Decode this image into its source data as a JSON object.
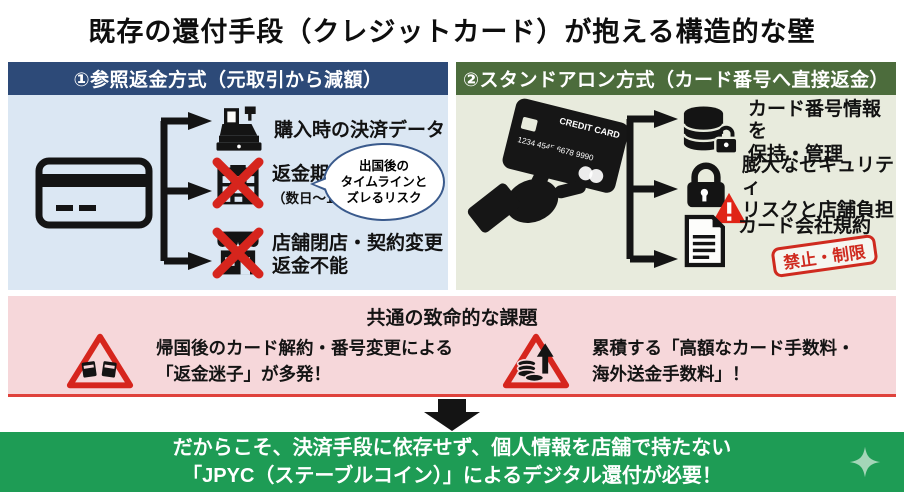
{
  "title": "既存の還付手段（クレジットカード）が抱える構造的な壁",
  "colors": {
    "left_header": "#2d4a78",
    "left_bg": "#dbe7f3",
    "right_header": "#4c6c3c",
    "right_bg": "#e8ebdd",
    "pink_bg": "#f6d7da",
    "banner_green": "#1e9c55",
    "alert_red": "#d6251d",
    "stamp_red": "#cf2a1f"
  },
  "left": {
    "header": "①参照返金方式（元取引から減額）",
    "items": [
      {
        "label": "購入時の決済データ"
      },
      {
        "label": "返金期限",
        "sub": "（数日〜180日等）"
      },
      {
        "label": "店舗閉店・契約変更\n返金不能"
      }
    ],
    "bubble": "出国後の\nタイムラインと\nズレるリスク"
  },
  "right": {
    "header": "②スタンドアロン方式（カード番号へ直接返金）",
    "card": {
      "brand": "CREDIT CARD",
      "number": "1234 4545 6678 9990"
    },
    "items": [
      {
        "label": "カード番号情報を\n保持・管理"
      },
      {
        "label": "膨大なセキュリティ\nリスクと店舗負担"
      },
      {
        "label": "カード会社規約",
        "stamp": "禁止・制限"
      }
    ]
  },
  "common": {
    "title": "共通の致命的な課題",
    "items": [
      {
        "label": "帰国後のカード解約・番号変更による\n「返金迷子」が多発！"
      },
      {
        "label": "累積する「高額なカード手数料・\n海外送金手数料」！"
      }
    ]
  },
  "banner": {
    "line1": "だからこそ、決済手段に依存せず、個人情報を店舗で持たない",
    "line2": "「JPYC（ステーブルコイン）」によるデジタル還付が必要！"
  }
}
